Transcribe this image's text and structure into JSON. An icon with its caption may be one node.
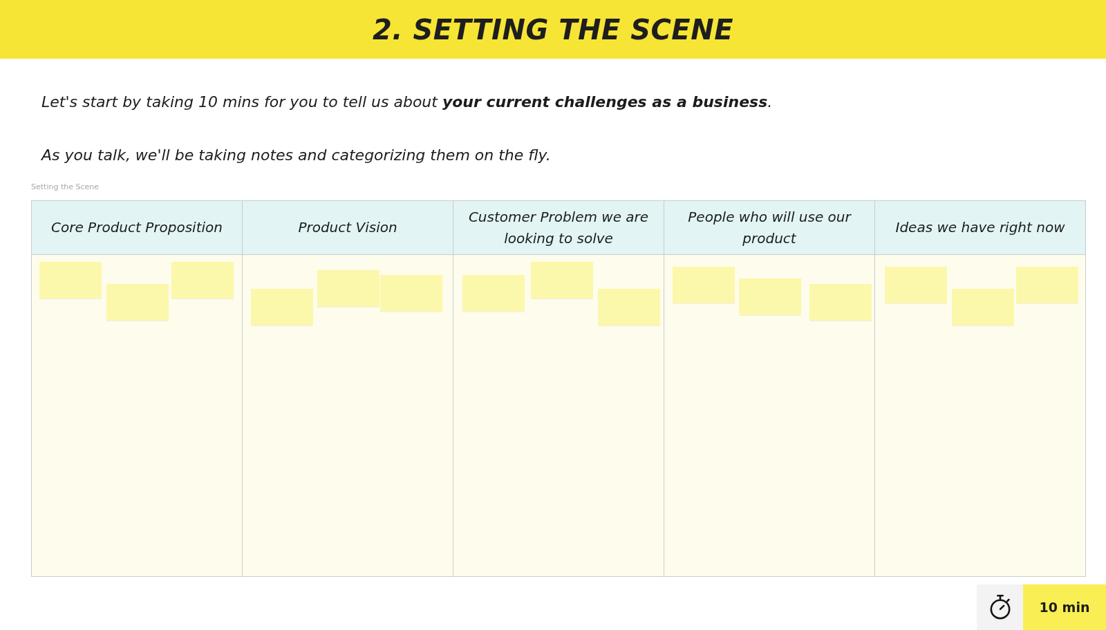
{
  "diagram": {
    "title": "2. SETTING THE SCENE",
    "nodes": [
      {
        "text": [
          "Core Product Proposition"
        ]
      },
      {
        "text": [],
        "shape": "box",
        "in": 0
      },
      {
        "text": [],
        "shape": "box",
        "in": 0
      },
      {
        "text": [],
        "shape": "box",
        "in": 0
      },
      {
        "text": [
          "Product Vision"
        ]
      },
      {
        "text": [],
        "shape": "box",
        "in": 4
      },
      {
        "text": [],
        "shape": "box",
        "in": 4
      },
      {
        "text": [],
        "shape": "box",
        "in": 4
      },
      {
        "text": [
          "Customer Problem we are looking to solve"
        ]
      },
      {
        "text": [],
        "shape": "box",
        "in": 8
      },
      {
        "text": [],
        "shape": "box",
        "in": 8
      },
      {
        "text": [],
        "shape": "box",
        "in": 8
      },
      {
        "text": [
          "People who will use our product"
        ]
      },
      {
        "text": [],
        "shape": "box",
        "in": 12
      },
      {
        "text": [],
        "shape": "box",
        "in": 12
      },
      {
        "text": [],
        "shape": "box",
        "in": 12
      },
      {
        "text": [
          "Ideas we have right now"
        ]
      },
      {
        "text": [],
        "shape": "box",
        "in": 16
      },
      {
        "text": [],
        "shape": "box",
        "in": 16
      },
      {
        "text": [],
        "shape": "box",
        "in": 16
      }
    ],
    "labels": [
      "Let's start by taking 10 mins for you to tell us about **your current challenges as a business**.",
      "As you talk, we'll be taking notes and categorizing them on the fly.",
      "Setting the Scene",
      "10 min"
    ]
  }
}
